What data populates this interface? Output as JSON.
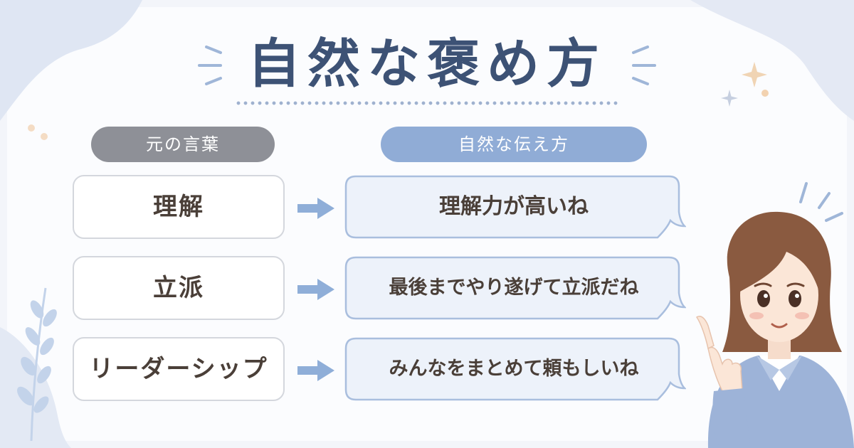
{
  "title": "自然な褒め方",
  "headers": {
    "original": "元の言葉",
    "natural": "自然な伝え方"
  },
  "rows": [
    {
      "original": "理解",
      "natural": "理解力が高いね"
    },
    {
      "original": "立派",
      "natural": "最後までやり遂げて立派だね"
    },
    {
      "original": "リーダーシップ",
      "natural": "みんなをまとめて頼もしいね"
    }
  ],
  "colors": {
    "title": "#3d5275",
    "header_original": "#8e9097",
    "header_natural": "#90acd6",
    "bubble_fill": "#edf2fa",
    "bubble_border": "#a9bede",
    "arrow": "#8faed8"
  },
  "icons": [
    "sparkle-icon",
    "leaf-icon",
    "arrow-right-icon",
    "speech-bubble-icon",
    "woman-pointing-illustration"
  ]
}
